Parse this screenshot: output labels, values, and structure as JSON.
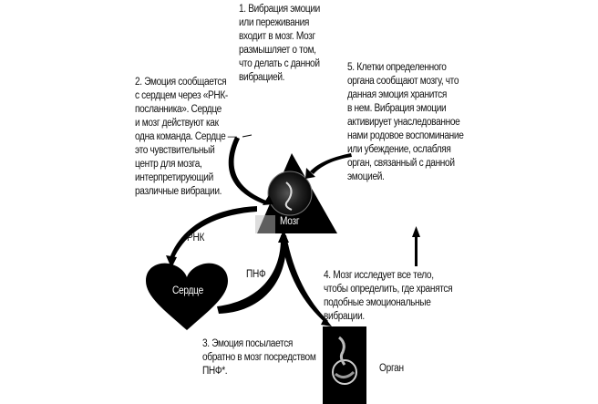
{
  "steps": {
    "step1": [
      "1. Вибрация эмоции",
      "или переживания",
      "входит в мозг. Мозг",
      "размышляет о том,",
      "что делать с данной",
      "вибрацией."
    ],
    "step2": [
      "2. Эмоция сообщается",
      "с сердцем через «РНК-",
      "посланника». Сердце",
      "и мозг действуют как",
      "одна команда. Сердце —",
      "это чувствительный",
      "центр для мозга,",
      "интерпретирующий",
      "различные вибрации."
    ],
    "step3": [
      "3. Эмоция посылается",
      "обратно в мозг посредством",
      "ПНФ*."
    ],
    "step4": [
      "4. Мозг исследует все тело,",
      "чтобы определить, где хранятся",
      "подобные эмоциональные",
      "вибрации."
    ],
    "step5": [
      "5. Клетки определенного",
      "органа сообщают мозгу, что",
      "данная эмоция хранится",
      "в нем. Вибрация эмоции",
      "активирует унаследованное",
      "нами родовое воспоминание",
      "или убеждение, ослабляя",
      "орган, связанный с данной",
      "эмоцией."
    ]
  },
  "labels": {
    "brain": "Мозг",
    "heart": "Сердце",
    "organ": "Орган",
    "rnk": "РНК",
    "pnf": "ПНФ"
  }
}
